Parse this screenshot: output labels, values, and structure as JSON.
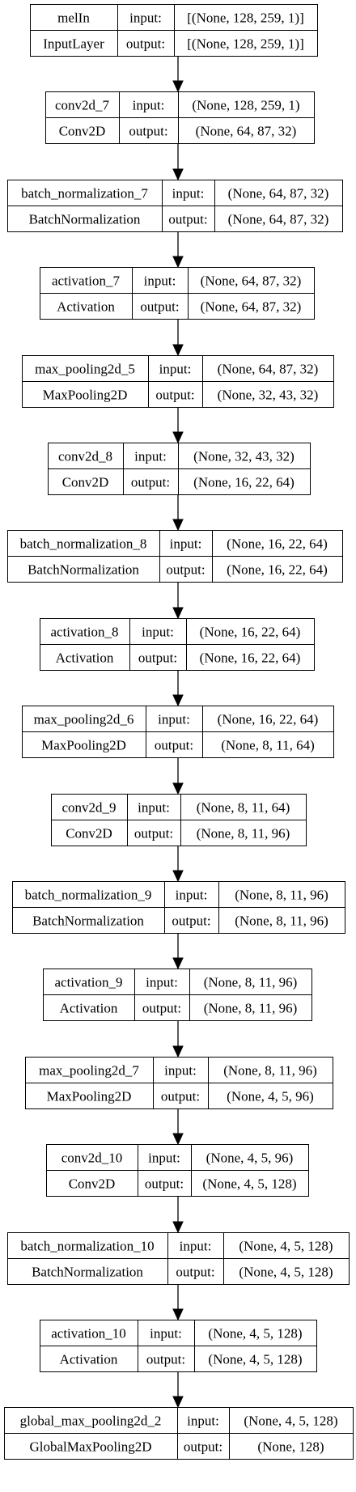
{
  "layers": [
    {
      "name": "melIn",
      "type": "InputLayer",
      "input_label": "input:",
      "output_label": "output:",
      "input": "[(None, 128, 259, 1)]",
      "output": "[(None, 128, 259, 1)]"
    },
    {
      "name": "conv2d_7",
      "type": "Conv2D",
      "input_label": "input:",
      "output_label": "output:",
      "input": "(None, 128, 259, 1)",
      "output": "(None, 64, 87, 32)"
    },
    {
      "name": "batch_normalization_7",
      "type": "BatchNormalization",
      "input_label": "input:",
      "output_label": "output:",
      "input": "(None, 64, 87, 32)",
      "output": "(None, 64, 87, 32)"
    },
    {
      "name": "activation_7",
      "type": "Activation",
      "input_label": "input:",
      "output_label": "output:",
      "input": "(None, 64, 87, 32)",
      "output": "(None, 64, 87, 32)"
    },
    {
      "name": "max_pooling2d_5",
      "type": "MaxPooling2D",
      "input_label": "input:",
      "output_label": "output:",
      "input": "(None, 64, 87, 32)",
      "output": "(None, 32, 43, 32)"
    },
    {
      "name": "conv2d_8",
      "type": "Conv2D",
      "input_label": "input:",
      "output_label": "output:",
      "input": "(None, 32, 43, 32)",
      "output": "(None, 16, 22, 64)"
    },
    {
      "name": "batch_normalization_8",
      "type": "BatchNormalization",
      "input_label": "input:",
      "output_label": "output:",
      "input": "(None, 16, 22, 64)",
      "output": "(None, 16, 22, 64)"
    },
    {
      "name": "activation_8",
      "type": "Activation",
      "input_label": "input:",
      "output_label": "output:",
      "input": "(None, 16, 22, 64)",
      "output": "(None, 16, 22, 64)"
    },
    {
      "name": "max_pooling2d_6",
      "type": "MaxPooling2D",
      "input_label": "input:",
      "output_label": "output:",
      "input": "(None, 16, 22, 64)",
      "output": "(None, 8, 11, 64)"
    },
    {
      "name": "conv2d_9",
      "type": "Conv2D",
      "input_label": "input:",
      "output_label": "output:",
      "input": "(None, 8, 11, 64)",
      "output": "(None, 8, 11, 96)"
    },
    {
      "name": "batch_normalization_9",
      "type": "BatchNormalization",
      "input_label": "input:",
      "output_label": "output:",
      "input": "(None, 8, 11, 96)",
      "output": "(None, 8, 11, 96)"
    },
    {
      "name": "activation_9",
      "type": "Activation",
      "input_label": "input:",
      "output_label": "output:",
      "input": "(None, 8, 11, 96)",
      "output": "(None, 8, 11, 96)"
    },
    {
      "name": "max_pooling2d_7",
      "type": "MaxPooling2D",
      "input_label": "input:",
      "output_label": "output:",
      "input": "(None, 8, 11, 96)",
      "output": "(None, 4, 5, 96)"
    },
    {
      "name": "conv2d_10",
      "type": "Conv2D",
      "input_label": "input:",
      "output_label": "output:",
      "input": "(None, 4, 5, 96)",
      "output": "(None, 4, 5, 128)"
    },
    {
      "name": "batch_normalization_10",
      "type": "BatchNormalization",
      "input_label": "input:",
      "output_label": "output:",
      "input": "(None, 4, 5, 128)",
      "output": "(None, 4, 5, 128)"
    },
    {
      "name": "activation_10",
      "type": "Activation",
      "input_label": "input:",
      "output_label": "output:",
      "input": "(None, 4, 5, 128)",
      "output": "(None, 4, 5, 128)"
    },
    {
      "name": "global_max_pooling2d_2",
      "type": "GlobalMaxPooling2D",
      "input_label": "input:",
      "output_label": "output:",
      "input": "(None, 4, 5, 128)",
      "output": "(None, 128)"
    }
  ]
}
